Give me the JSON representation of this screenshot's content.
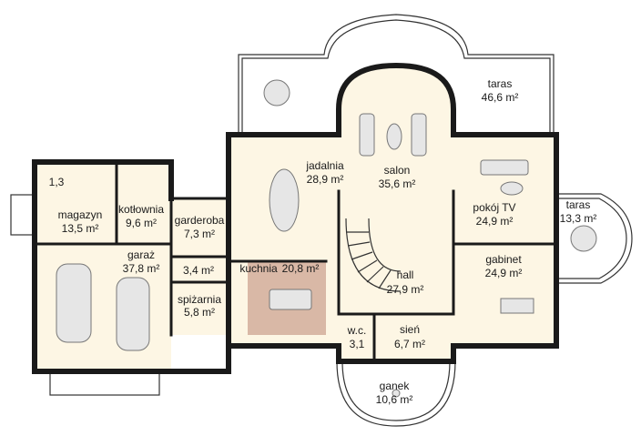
{
  "rooms": [
    {
      "id": "magazyn",
      "name": "magazyn",
      "area": "13,5 m²"
    },
    {
      "id": "magazyn-small",
      "name": "",
      "area": "1,3"
    },
    {
      "id": "kotlownia",
      "name": "kotłownia",
      "area": "9,6 m²"
    },
    {
      "id": "garderoba",
      "name": "garderoba",
      "area": "7,3 m²"
    },
    {
      "id": "garaz",
      "name": "garaż",
      "area": "37,8 m²"
    },
    {
      "id": "korytarz",
      "name": "",
      "area": "3,4 m²"
    },
    {
      "id": "spizarnia",
      "name": "spiżarnia",
      "area": "5,8 m²"
    },
    {
      "id": "kuchnia",
      "name": "kuchnia",
      "area": "20,8 m²"
    },
    {
      "id": "jadalnia",
      "name": "jadalnia",
      "area": "28,9 m²"
    },
    {
      "id": "salon",
      "name": "salon",
      "area": "35,6 m²"
    },
    {
      "id": "taras-top",
      "name": "taras",
      "area": "46,6 m²"
    },
    {
      "id": "pokoj-tv",
      "name": "pokój TV",
      "area": "24,9 m²"
    },
    {
      "id": "taras-right",
      "name": "taras",
      "area": "13,3 m²"
    },
    {
      "id": "gabinet",
      "name": "gabinet",
      "area": "24,9 m²"
    },
    {
      "id": "hall",
      "name": "hall",
      "area": "27,9 m²"
    },
    {
      "id": "wc",
      "name": "w.c.",
      "area": "3,1"
    },
    {
      "id": "sien",
      "name": "sień",
      "area": "6,7 m²"
    },
    {
      "id": "ganek",
      "name": "ganek",
      "area": "10,6 m²"
    }
  ],
  "colors": {
    "wall": "#1a1a1a",
    "floor": "#fdf6e4",
    "kitchen": "#d9b8a6",
    "furniture": "#e6e6e6"
  }
}
